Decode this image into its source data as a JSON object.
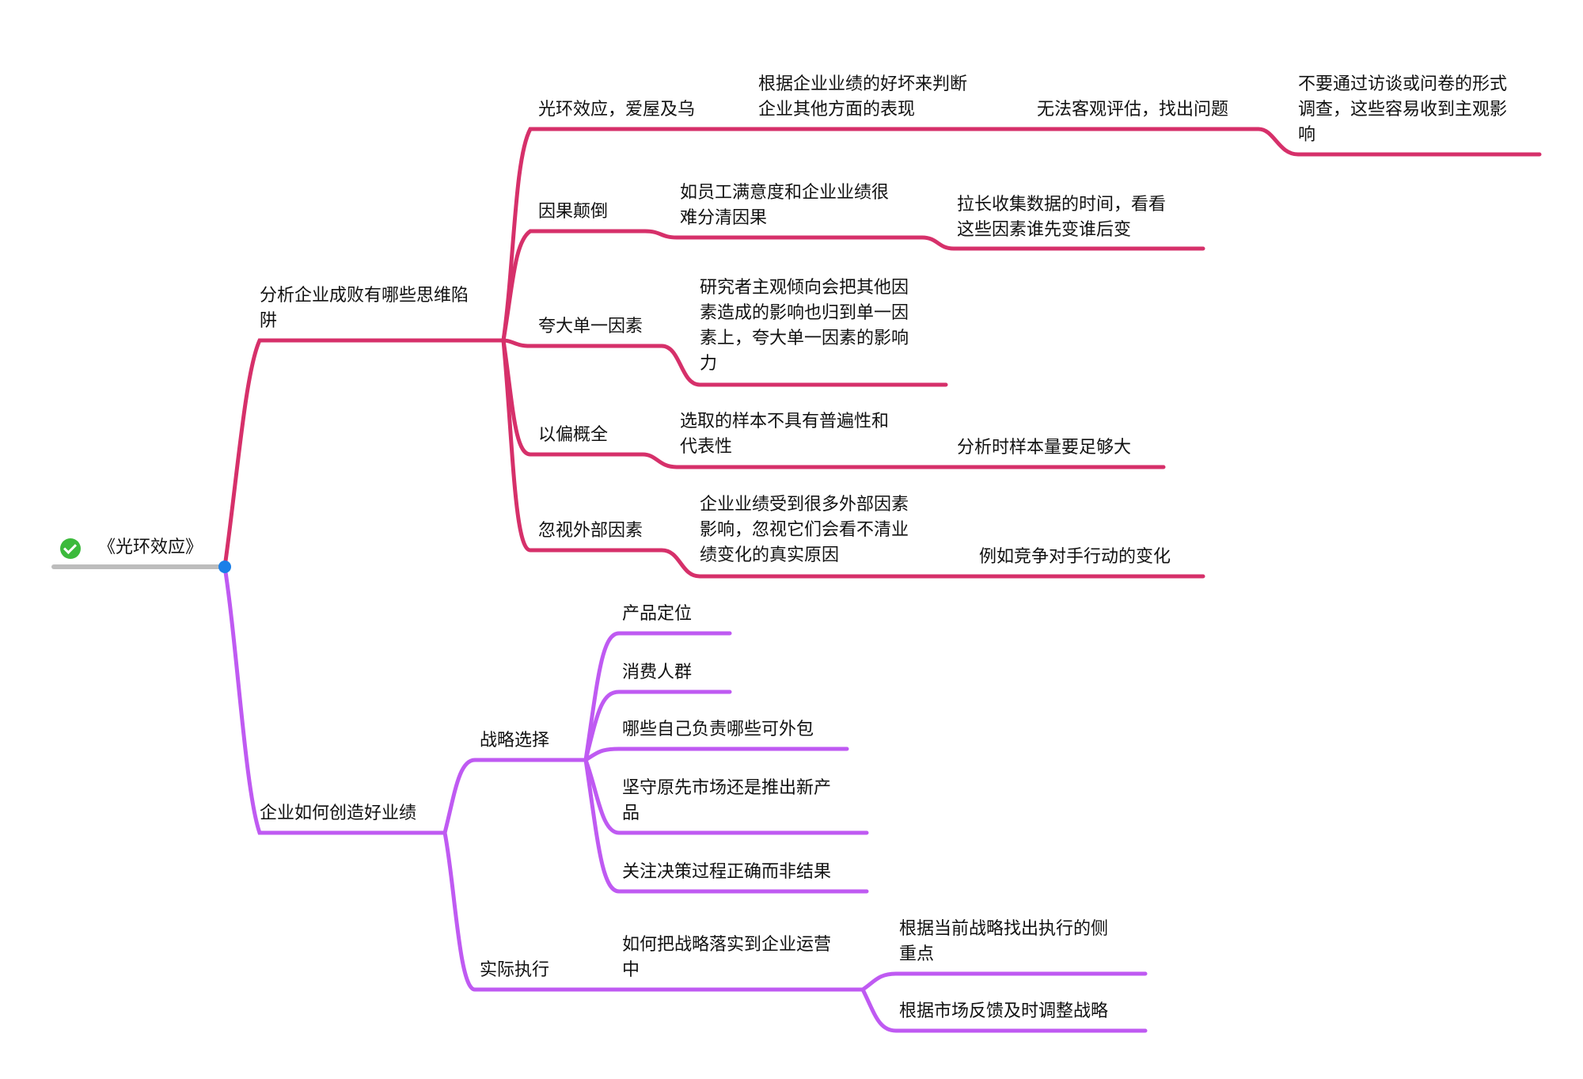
{
  "colors": {
    "pink": "#d6306a",
    "purple": "#bf5af2",
    "root_line": "#bdbdbd",
    "joint": "#1a7fe8",
    "check": "#3cba3c"
  },
  "root": {
    "label": "《光环效应》",
    "icon": "check-circle-icon"
  },
  "branch1": {
    "label": "分析企业成败有哪些思维陷\n阱",
    "items": [
      {
        "label": "光环效应，爱屋及乌",
        "detail": "根据企业业绩的好坏来判断\n企业其他方面的表现",
        "sub": "无法客观评估，找出问题",
        "subsub": "不要通过访谈或问卷的形式\n调查，这些容易收到主观影\n响"
      },
      {
        "label": "因果颠倒",
        "detail": "如员工满意度和企业业绩很\n难分清因果",
        "sub": "拉长收集数据的时间，看看\n这些因素谁先变谁后变"
      },
      {
        "label": "夸大单一因素",
        "detail": "研究者主观倾向会把其他因\n素造成的影响也归到单一因\n素上，夸大单一因素的影响\n力"
      },
      {
        "label": "以偏概全",
        "detail": "选取的样本不具有普遍性和\n代表性",
        "sub": "分析时样本量要足够大"
      },
      {
        "label": "忽视外部因素",
        "detail": "企业业绩受到很多外部因素\n影响，忽视它们会看不清业\n绩变化的真实原因",
        "sub": "例如竞争对手行动的变化"
      }
    ]
  },
  "branch2": {
    "label": "企业如何创造好业绩",
    "strategy": {
      "label": "战略选择",
      "items": [
        "产品定位",
        "消费人群",
        "哪些自己负责哪些可外包",
        "坚守原先市场还是推出新产\n品",
        "关注决策过程正确而非结果"
      ]
    },
    "execution": {
      "label": "实际执行",
      "detail": "如何把战略落实到企业运营\n中",
      "items": [
        "根据当前战略找出执行的侧\n重点",
        "根据市场反馈及时调整战略"
      ]
    }
  }
}
